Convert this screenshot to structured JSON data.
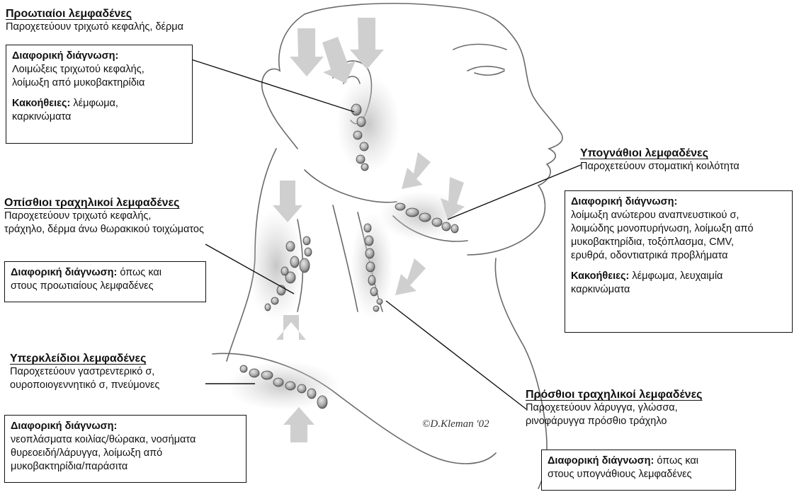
{
  "preauricular": {
    "title": "Προωτιαίοι λεμφαδένες",
    "drains": "Παροχετεύουν τριχωτό κεφαλής, δέρμα",
    "diff_label": "Διαφορική διάγνωση:",
    "diff_lines": [
      "Λοιμώξεις τριχωτού κεφαλής,",
      "λοίμωξη από μυκοβακτηρίδια"
    ],
    "malig_label": "Κακοήθειες:",
    "malig_lines": [
      " λέμφωμα,",
      "καρκινώματα"
    ]
  },
  "posterior_cervical": {
    "title": "Οπίσθιοι τραχηλικοί λεμφαδένες",
    "drains_lines": [
      "Παροχετεύουν τριχωτό κεφαλής,",
      "τράχηλο, δέρμα άνω θωρακικού τοιχώματος"
    ],
    "diff_label": "Διαφορική διάγνωση:",
    "diff_lines": [
      " όπως και",
      "στους προωτιαίους λεμφαδένες"
    ]
  },
  "supraclavicular": {
    "title": "Υπερκλείδιοι λεμφαδένες",
    "drains_lines": [
      "Παροχετεύουν γαστρεντερικό σ,",
      "ουροποιογεννητικό σ, πνεύμονες"
    ],
    "diff_label": "Διαφορική διάγνωση:",
    "diff_lines": [
      "νεοπλάσματα κοιλίας/θώρακα, νοσήματα",
      "θυρεοειδή/λάρυγγα, λοίμωξη από",
      "μυκοβακτηρίδια/παράσιτα"
    ]
  },
  "submandibular": {
    "title": "Υπογνάθιοι λεμφαδένες",
    "drains": "Παροχετεύουν στοματική κοιλότητα",
    "diff_label": "Διαφορική διάγνωση:",
    "diff_lines": [
      "λοίμωξη ανώτερου αναπνευστικού σ,",
      "λοιμώδης μονοπυρήνωση, λοίμωξη από",
      "μυκοβακτηρίδια, τοξόπλασμα, CMV,",
      "ερυθρά, οδοντιατρικά προβλήματα"
    ],
    "malig_label": "Κακοήθειες:",
    "malig_lines": [
      " λέμφωμα, λευχαιμία",
      "καρκινώματα"
    ]
  },
  "anterior_cervical": {
    "title": "Πρόσθιοι τραχηλικοί λεμφαδένες",
    "drains_lines": [
      "Παροχετεύουν λάρυγγα, γλώσσα,",
      "ρινοφάρυγγα πρόσθιο τράχηλο"
    ],
    "diff_label": "Διαφορική διάγνωση:",
    "diff_lines": [
      " όπως και",
      "στους υπογνάθιους λεμφαδένες"
    ]
  },
  "signature": "©D.Kleman '02",
  "colors": {
    "ink": "#111111",
    "node_fill": "#b8b8b8",
    "shade": "#c8c8c8",
    "arrow": "#cfcfcf"
  }
}
